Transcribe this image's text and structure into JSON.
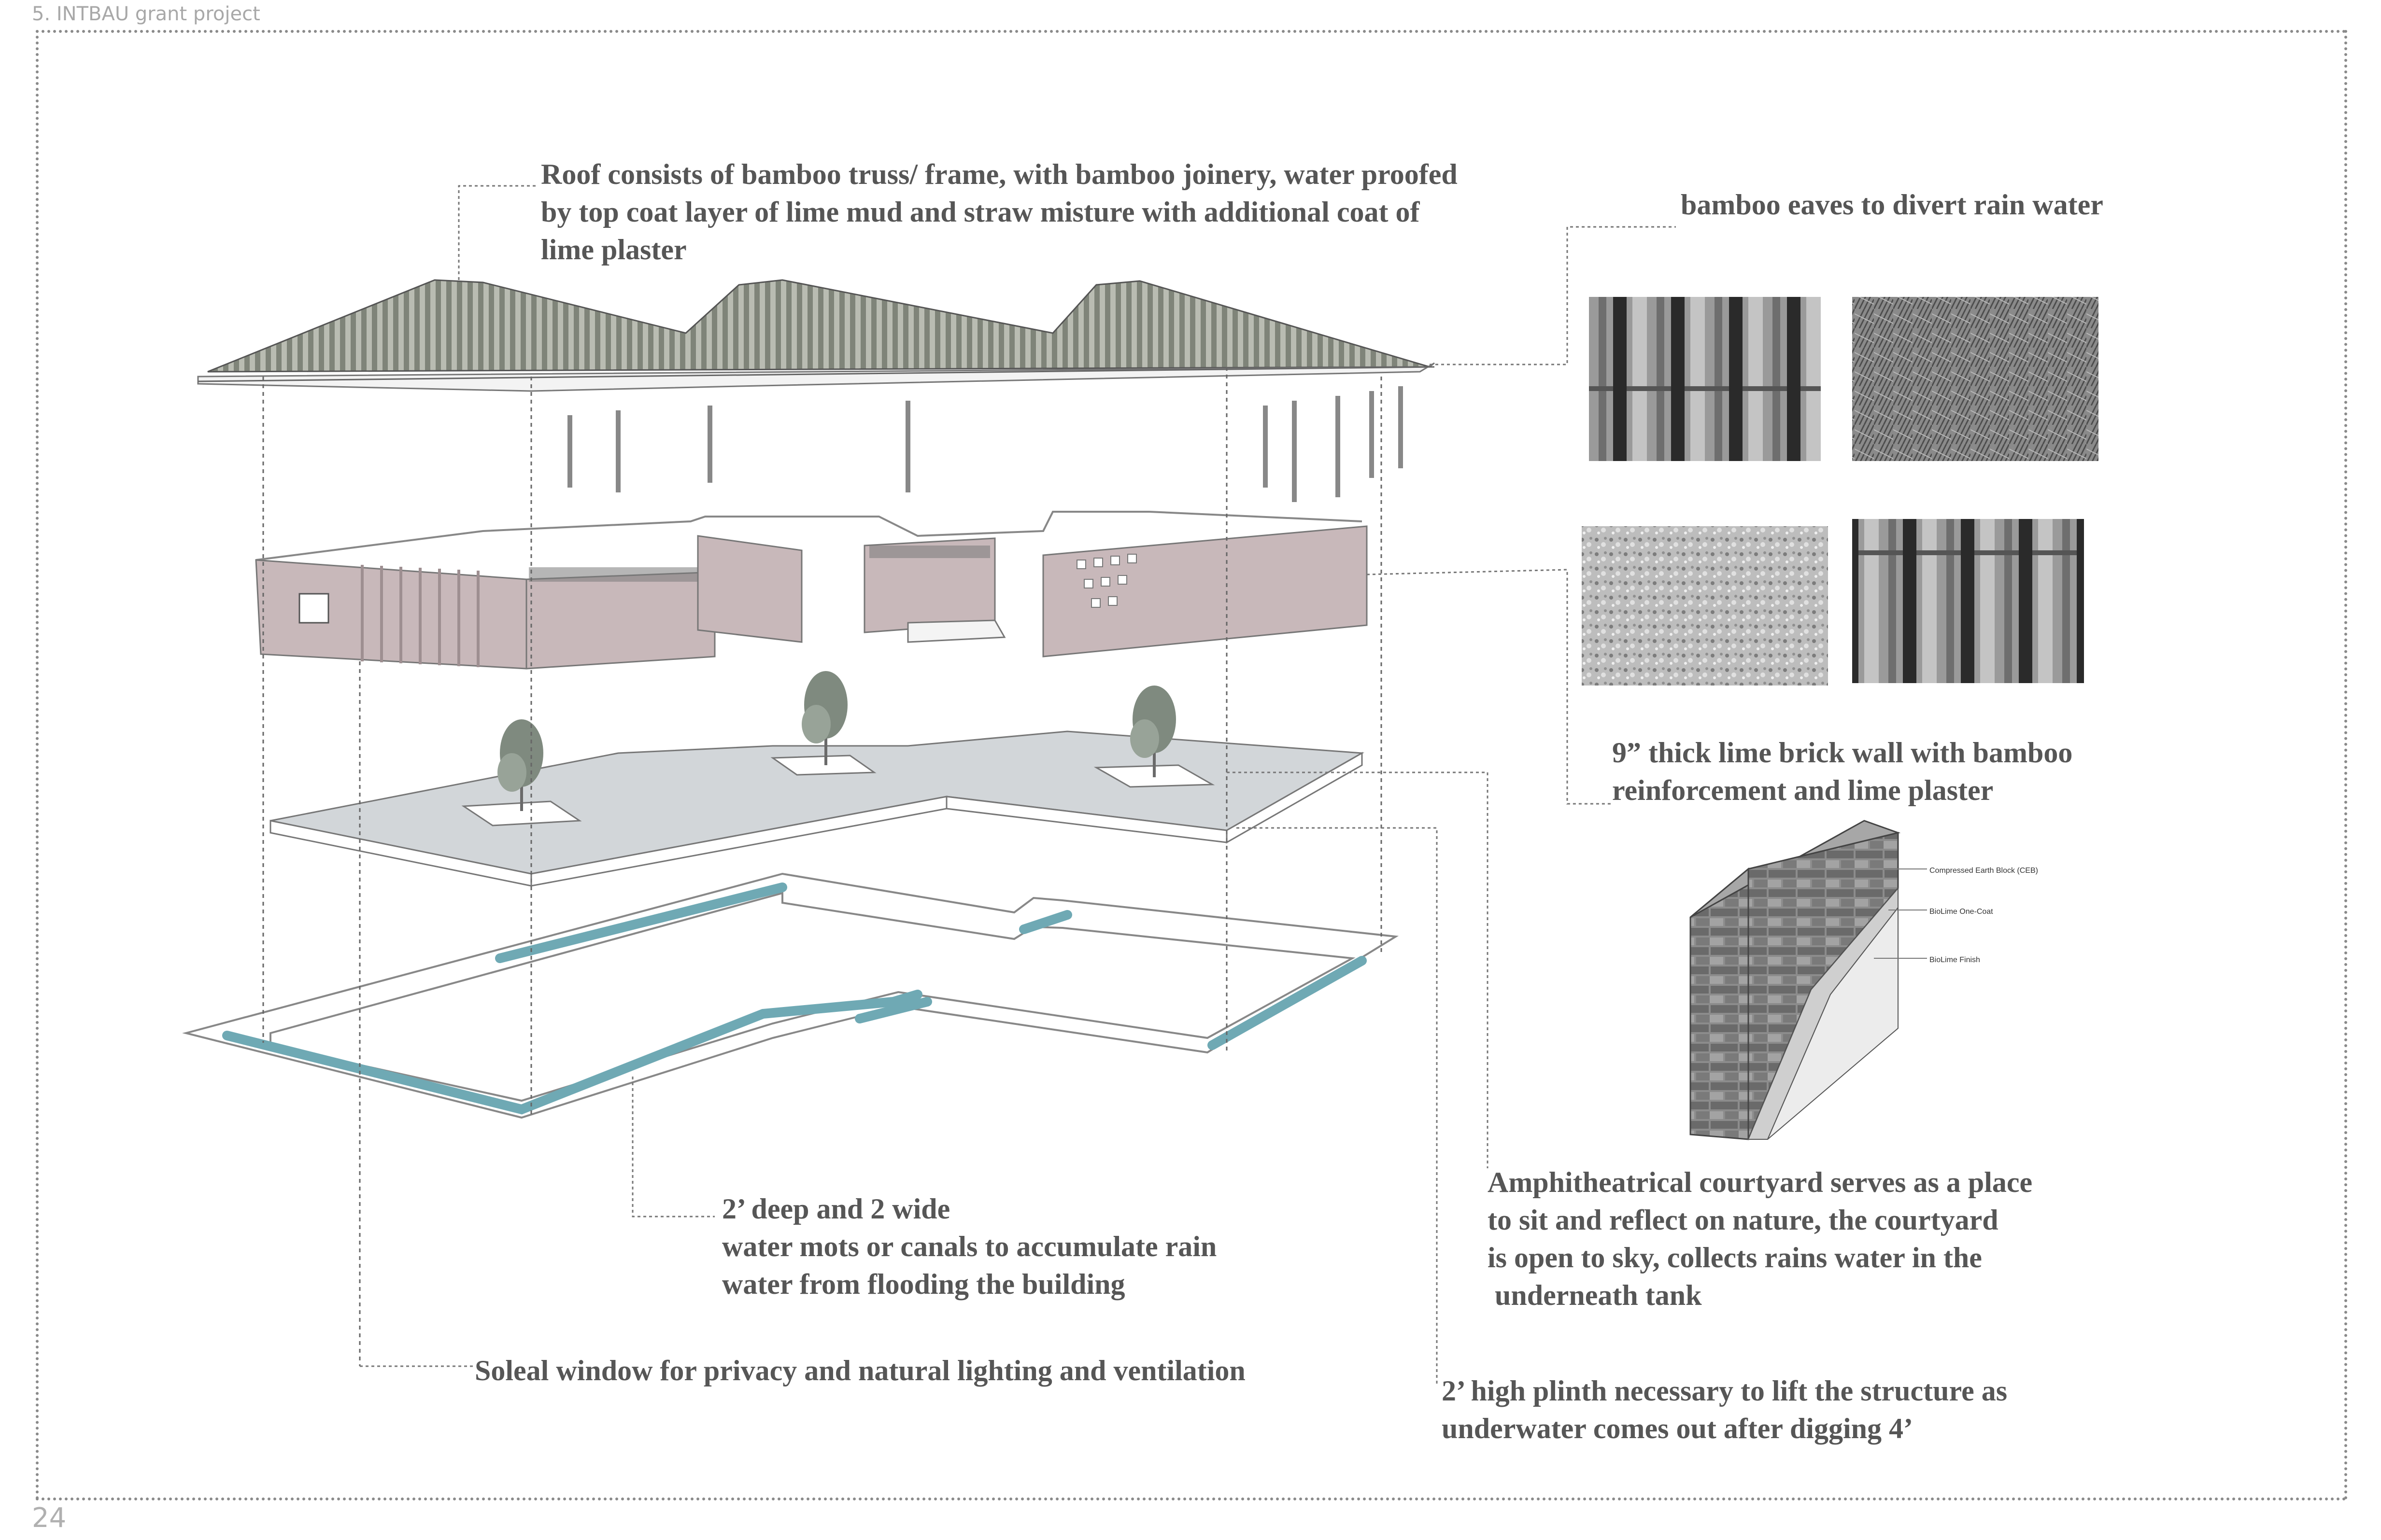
{
  "header": {
    "project_title": "5. INTBAU grant project"
  },
  "footer": {
    "page_number": "24"
  },
  "colors": {
    "wall": "#c8b8ba",
    "water_channel": "#6fa9b4",
    "plinth": "#d2d6d9",
    "roof": "#8e9287",
    "text": "#565656",
    "leader": "#888888"
  },
  "annotations": {
    "roof": {
      "line1": "Roof consists of bamboo truss/ frame, with bamboo joinery, water proofed",
      "line2": "by top coat layer of lime mud and straw misture with additional coat of",
      "line3": "lime plaster"
    },
    "eaves": {
      "line1": "bamboo eaves to divert rain water"
    },
    "wall": {
      "line1": "9” thick lime brick wall with bamboo",
      "line2": "reinforcement and lime plaster"
    },
    "courtyard": {
      "line1": "Amphitheatrical courtyard serves as a place",
      "line2": "to sit and reflect on nature, the courtyard",
      "line3": "is open to sky, collects rains water in the",
      "line4": " underneath tank"
    },
    "moat": {
      "line1": "2’ deep and 2 wide",
      "line2": "water mots or canals to accumulate rain",
      "line3": "water from flooding the building"
    },
    "window": {
      "line1": "Soleal window for privacy and natural lighting and ventilation"
    },
    "plinth": {
      "line1": "2’ high plinth necessary to lift the structure as",
      "line2": "underwater comes out after digging 4’"
    }
  },
  "wall_section_labels": {
    "layer1": "Compressed Earth Block (CEB)",
    "layer2": "BioLime One-Coat",
    "layer3": "BioLime Finish"
  },
  "material_swatches": [
    {
      "icon": "bamboo-poles-texture"
    },
    {
      "icon": "straw-thatch-texture"
    },
    {
      "icon": "lime-plaster-texture"
    },
    {
      "icon": "bamboo-poles-texture"
    }
  ]
}
